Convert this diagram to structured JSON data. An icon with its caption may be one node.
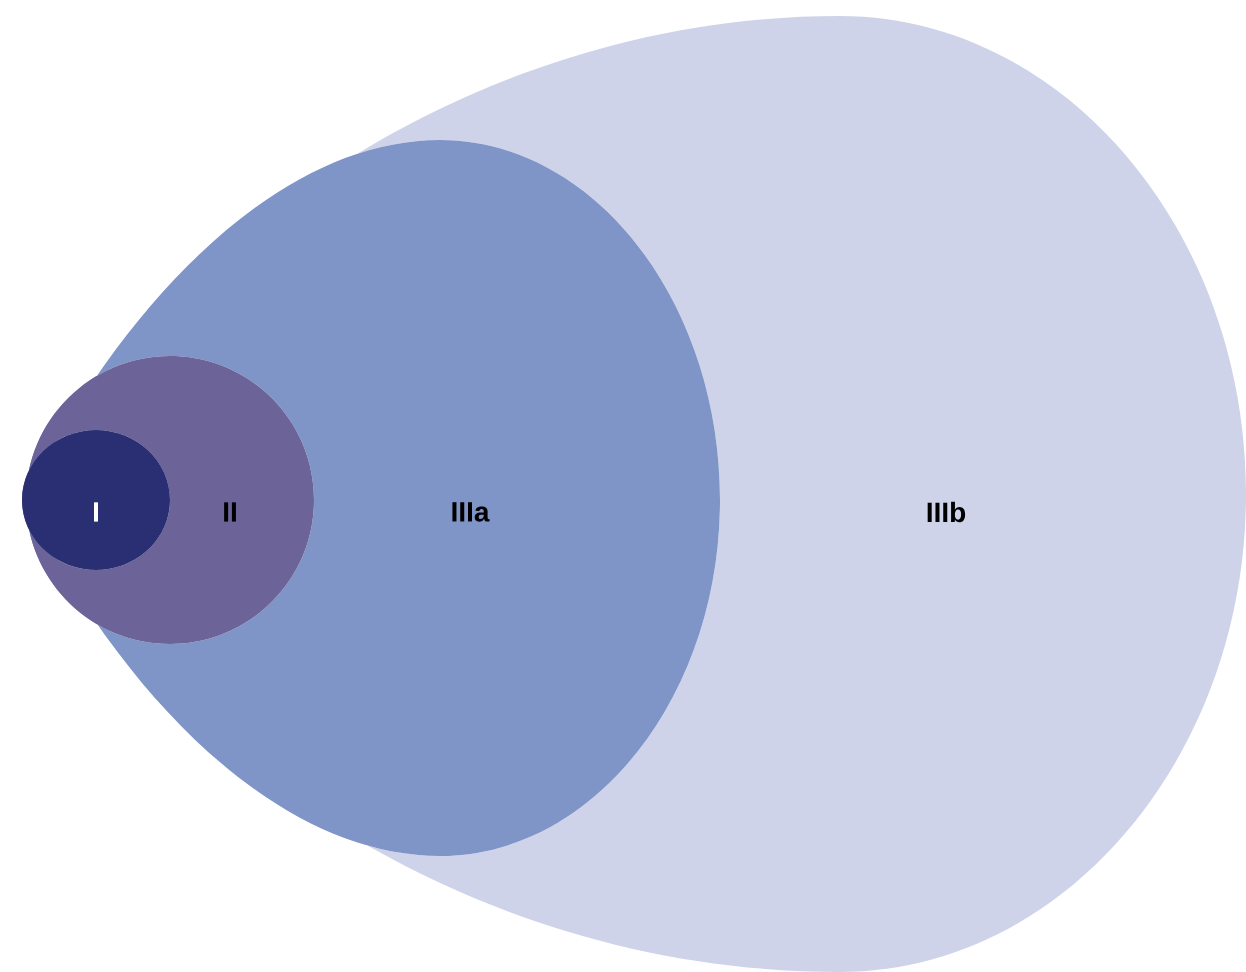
{
  "diagram": {
    "nodes": [
      {
        "text": [
          "IIIb"
        ]
      },
      {
        "text": [
          "IIIa"
        ],
        "in": 0
      },
      {
        "text": [
          "II"
        ],
        "in": 1
      },
      {
        "text": [
          "I"
        ],
        "in": 2
      }
    ]
  }
}
